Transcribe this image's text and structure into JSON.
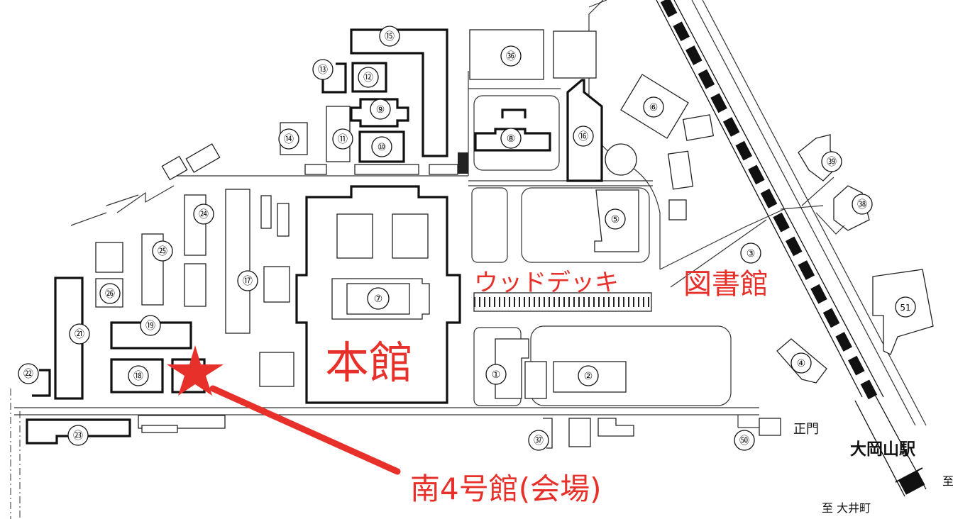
{
  "labels": {
    "honkan": "本館",
    "wood_deck": "ウッドデッキ",
    "library": "図書館",
    "venue": "南4号館(会場)",
    "main_gate": "正門",
    "station": "大岡山駅",
    "to_oimachi": "至 大井町",
    "to_edge": "至"
  },
  "colors": {
    "highlight": "#e8302a",
    "ink": "#111111"
  },
  "icons": {
    "venue_marker": "star-icon"
  },
  "building_numbers": [
    "①",
    "②",
    "③",
    "④",
    "⑤",
    "⑥",
    "⑦",
    "⑧",
    "⑨",
    "⑩",
    "⑪",
    "⑫",
    "⑬",
    "⑭",
    "⑮",
    "⑯",
    "⑰",
    "⑱",
    "⑲",
    "㉑",
    "㉒",
    "㉓",
    "㉔",
    "㉕",
    "㉖",
    "㊱",
    "㊲",
    "㊳",
    "㊴",
    "㊿",
    "51"
  ]
}
